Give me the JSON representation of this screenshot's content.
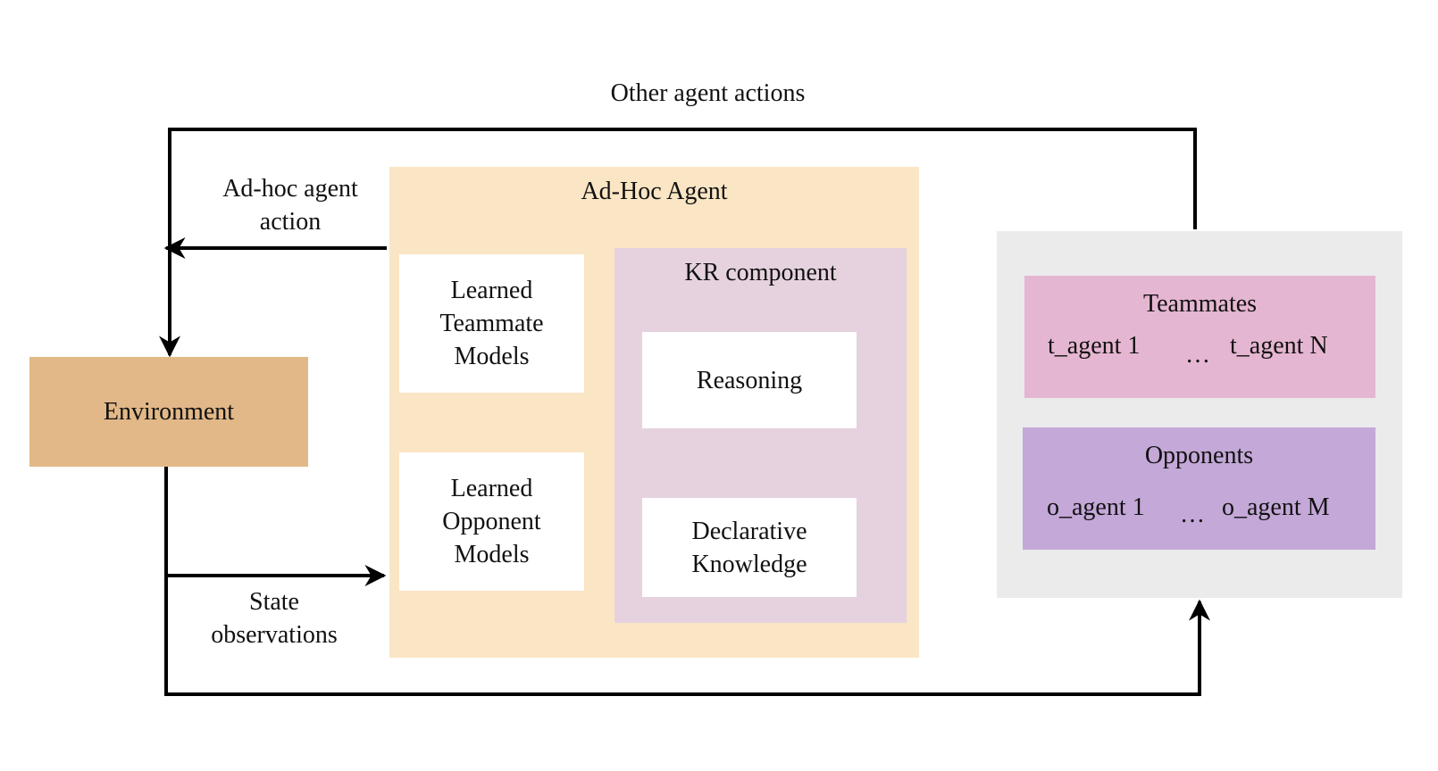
{
  "labels": {
    "other_agent_actions": "Other agent actions",
    "adhoc_agent_action_line1": "Ad-hoc agent",
    "adhoc_agent_action_line2": "action",
    "state_observations_line1": "State",
    "state_observations_line2": "observations"
  },
  "environment": {
    "label": "Environment"
  },
  "adhoc_agent": {
    "title": "Ad-Hoc Agent",
    "teammate_models": [
      "Learned",
      "Teammate",
      "Models"
    ],
    "opponent_models": [
      "Learned",
      "Opponent",
      "Models"
    ],
    "kr_component": {
      "title": "KR component",
      "reasoning": "Reasoning",
      "declarative_knowledge": [
        "Declarative",
        "Knowledge"
      ]
    }
  },
  "teammates": {
    "title": "Teammates",
    "first": "t_agent 1",
    "ellipsis": "…",
    "last": "t_agent N"
  },
  "opponents": {
    "title": "Opponents",
    "first": "o_agent 1",
    "ellipsis": "…",
    "last": "o_agent M"
  },
  "colors": {
    "environment": "#e2b888",
    "adhoc_agent": "#fae5c4",
    "kr_component": "#e6d2df",
    "others_panel": "#ebebeb",
    "teammates": "#e5b6d1",
    "opponents": "#c4a8d8",
    "inner_box": "#ffffff",
    "arrow": "#000000"
  }
}
